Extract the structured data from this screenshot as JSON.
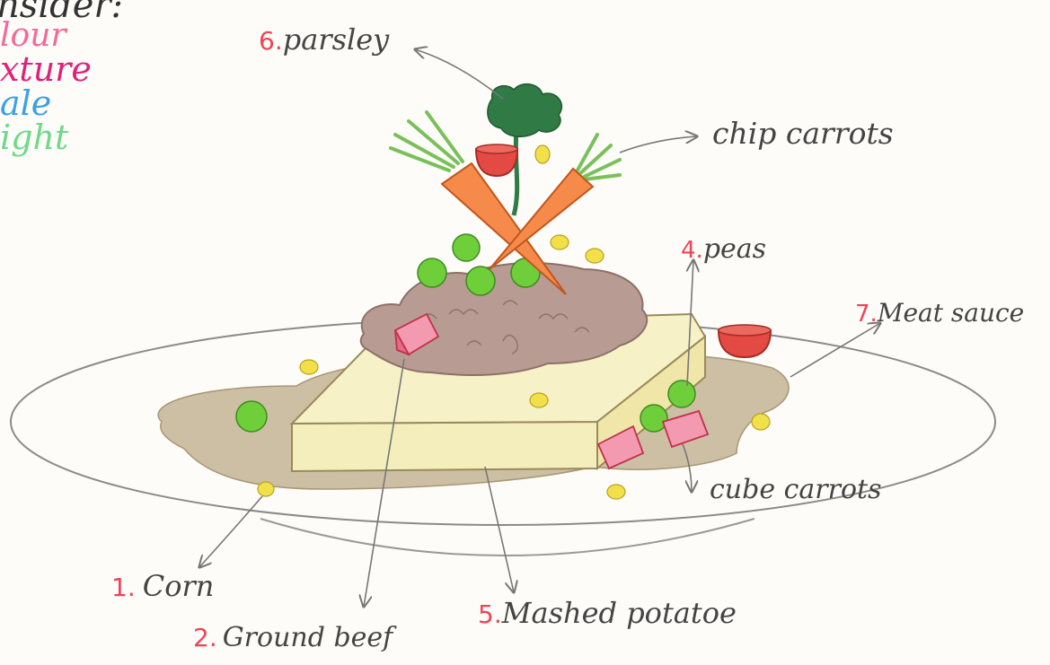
{
  "consider": {
    "title": "nsider:",
    "items": [
      {
        "text": "lour",
        "color": "#f26a9a"
      },
      {
        "text": "xture",
        "color": "#e0207a"
      },
      {
        "text": "ale",
        "color": "#3aa0ea"
      },
      {
        "text": "ight",
        "color": "#6fd98a"
      }
    ]
  },
  "labels": {
    "corn": {
      "num": "1.",
      "text": "Corn"
    },
    "beef": {
      "num": "2.",
      "text": "Ground beef"
    },
    "peas": {
      "num": "4.",
      "text": "peas"
    },
    "potatoe": {
      "num": "5.",
      "text": "Mashed potatoe"
    },
    "parsley": {
      "num": "6.",
      "text": "parsley"
    },
    "sauce": {
      "num": "7.",
      "text": "Meat sauce"
    },
    "chip_carrots": {
      "text": "chip carrots"
    },
    "cube_carrots": {
      "text": "cube carrots"
    }
  },
  "colors": {
    "number_red": "#ee4455",
    "pencil_gray": "#777777",
    "peas_green": "#66cc33",
    "corn_yellow": "#f2e04a",
    "carrot_orange": "#f58a4a",
    "beef_brown": "#b3948c",
    "potato_yellow": "#f6f1bf",
    "sauce_brown": "#c9b99a",
    "parsley_green": "#2f7a45"
  }
}
